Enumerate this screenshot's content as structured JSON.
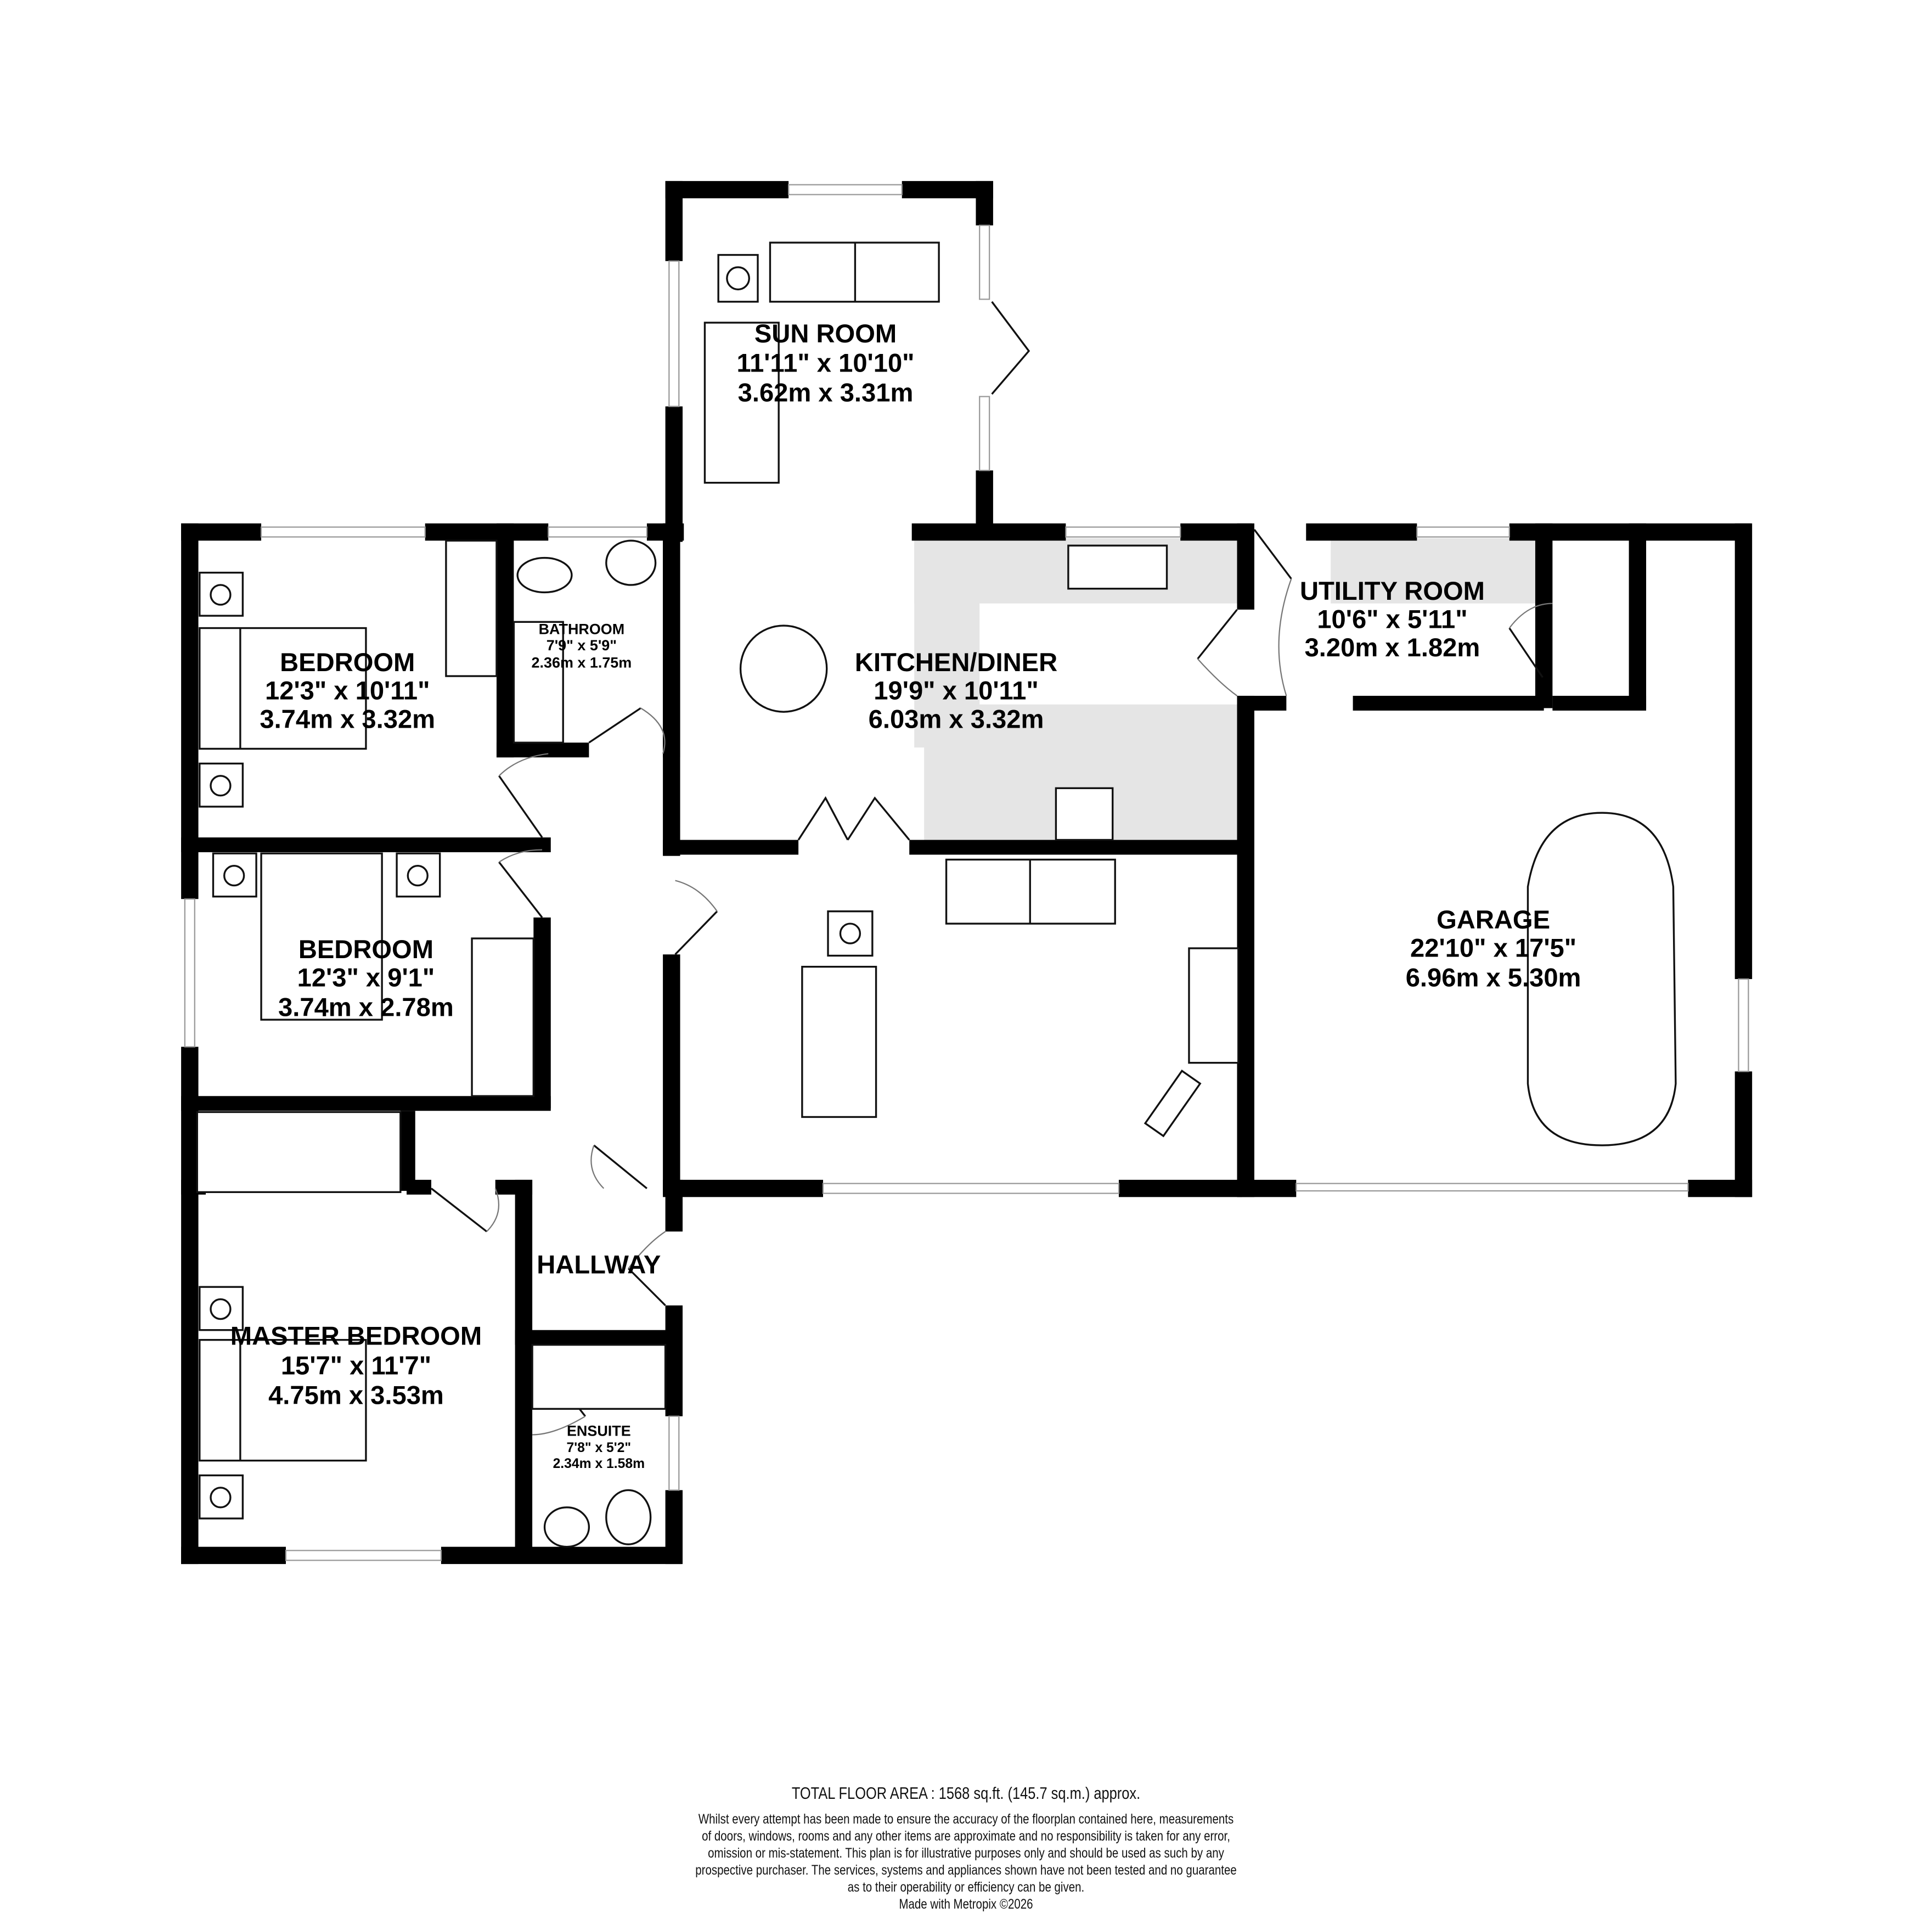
{
  "rooms": {
    "sun_room": {
      "name": "SUN ROOM",
      "imperial": "11'11\"  x 10'10\"",
      "metric": "3.62m  x 3.31m"
    },
    "bedroom_1": {
      "name": "BEDROOM",
      "imperial": "12'3\"  x 10'11\"",
      "metric": "3.74m  x 3.32m"
    },
    "bathroom": {
      "name": "BATHROOM",
      "imperial": "7'9\"  x 5'9\"",
      "metric": "2.36m  x 1.75m"
    },
    "kitchen_diner": {
      "name": "KITCHEN/DINER",
      "imperial": "19'9\"  x 10'11\"",
      "metric": "6.03m  x 3.32m"
    },
    "utility_room": {
      "name": "UTILITY ROOM",
      "imperial": "10'6\"  x 5'11\"",
      "metric": "3.20m  x 1.82m"
    },
    "bedroom_2": {
      "name": "BEDROOM",
      "imperial": "12'3\"  x 9'1\"",
      "metric": "3.74m  x 2.78m"
    },
    "garage": {
      "name": "GARAGE",
      "imperial": "22'10\"  x 17'5\"",
      "metric": "6.96m  x 5.30m"
    },
    "hallway": {
      "name": "HALLWAY"
    },
    "master_bedroom": {
      "name": "MASTER BEDROOM",
      "imperial": "15'7\"  x 11'7\"",
      "metric": "4.75m  x 3.53m"
    },
    "ensuite": {
      "name": "ENSUITE",
      "imperial": "7'8\"  x 5'2\"",
      "metric": "2.34m  x 1.58m"
    }
  },
  "footer": {
    "total_floor_area": "TOTAL FLOOR AREA : 1568 sq.ft. (145.7 sq.m.) approx.",
    "disclaimer_lines": [
      "Whilst every attempt has been made to ensure the accuracy of the floorplan contained here, measurements",
      "of doors, windows, rooms and any other items are approximate and no responsibility is taken for any error,",
      "omission or mis-statement. This plan is for illustrative purposes only and should be used as such by any",
      "prospective purchaser. The services, systems and appliances shown have not been tested and no guarantee",
      "as to their operability or efficiency can be given."
    ],
    "credit": "Made with Metropix ©2026"
  },
  "colors": {
    "wall": "#000000",
    "fixture_fill": "#e5e5e5",
    "background": "#ffffff"
  }
}
